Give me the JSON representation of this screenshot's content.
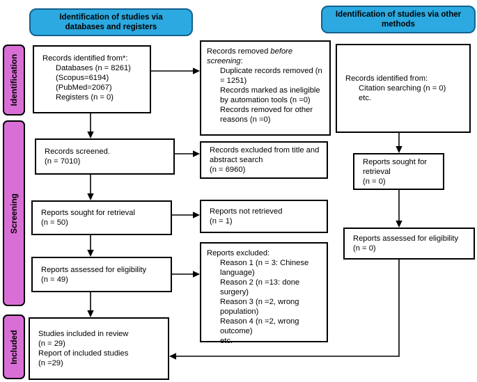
{
  "headers": {
    "databases_registers": "Identification of studies via databases and registers",
    "other_methods": "Identification of studies via other methods"
  },
  "stages": {
    "identification": "Identification",
    "screening": "Screening",
    "included": "Included"
  },
  "boxes": {
    "records_identified": {
      "title": "Records identified from*:",
      "lines": [
        "Databases (n = 8261)",
        "(Scopus=6194)",
        "(PubMed=2067)",
        "Registers (n = 0)"
      ]
    },
    "records_removed": {
      "title_pre": "Records removed ",
      "title_italic": "before screening",
      "title_post": ":",
      "lines": [
        "Duplicate records removed (n = 1251)",
        "Records marked as ineligible by automation tools (n =0)",
        "Records removed for other reasons (n =0)"
      ]
    },
    "other_identified": {
      "title": "Records identified from:",
      "lines": [
        "Citation searching (n = 0)",
        "etc."
      ]
    },
    "records_screened": {
      "lines": [
        "Records screened.",
        "(n = 7010)"
      ]
    },
    "records_excluded": {
      "lines": [
        "Records excluded from title and abstract search",
        "(n = 6960)"
      ]
    },
    "other_reports_sought": {
      "lines": [
        "Reports sought for retrieval",
        "(n = 0)"
      ]
    },
    "reports_sought": {
      "lines": [
        "Reports sought for retrieval",
        "(n = 50)"
      ]
    },
    "reports_not_retrieved": {
      "lines": [
        "Reports not retrieved",
        "(n = 1)"
      ]
    },
    "reports_assessed": {
      "lines": [
        "Reports assessed for eligibility",
        "(n = 49)"
      ]
    },
    "reports_excluded": {
      "title": "Reports excluded:",
      "lines": [
        "Reason 1 (n = 3: Chinese language)",
        "Reason 2 (n =13: done surgery)",
        "Reason 3 (n =2, wrong population)",
        "Reason 4 (n =2, wrong outcome)",
        "etc."
      ]
    },
    "other_reports_assessed": {
      "lines": [
        "Reports assessed for eligibility",
        "(n = 0)"
      ]
    },
    "studies_included": {
      "lines": [
        "Studies included in review",
        "(n = 29)",
        "Report of included studies",
        "(n =29)"
      ]
    }
  },
  "colors": {
    "header_fill": "#2BA9E0",
    "header_border": "#14618E",
    "stage_fill": "#D96FD6",
    "stage_border": "#000000",
    "box_border": "#000000",
    "arrow": "#000000"
  }
}
